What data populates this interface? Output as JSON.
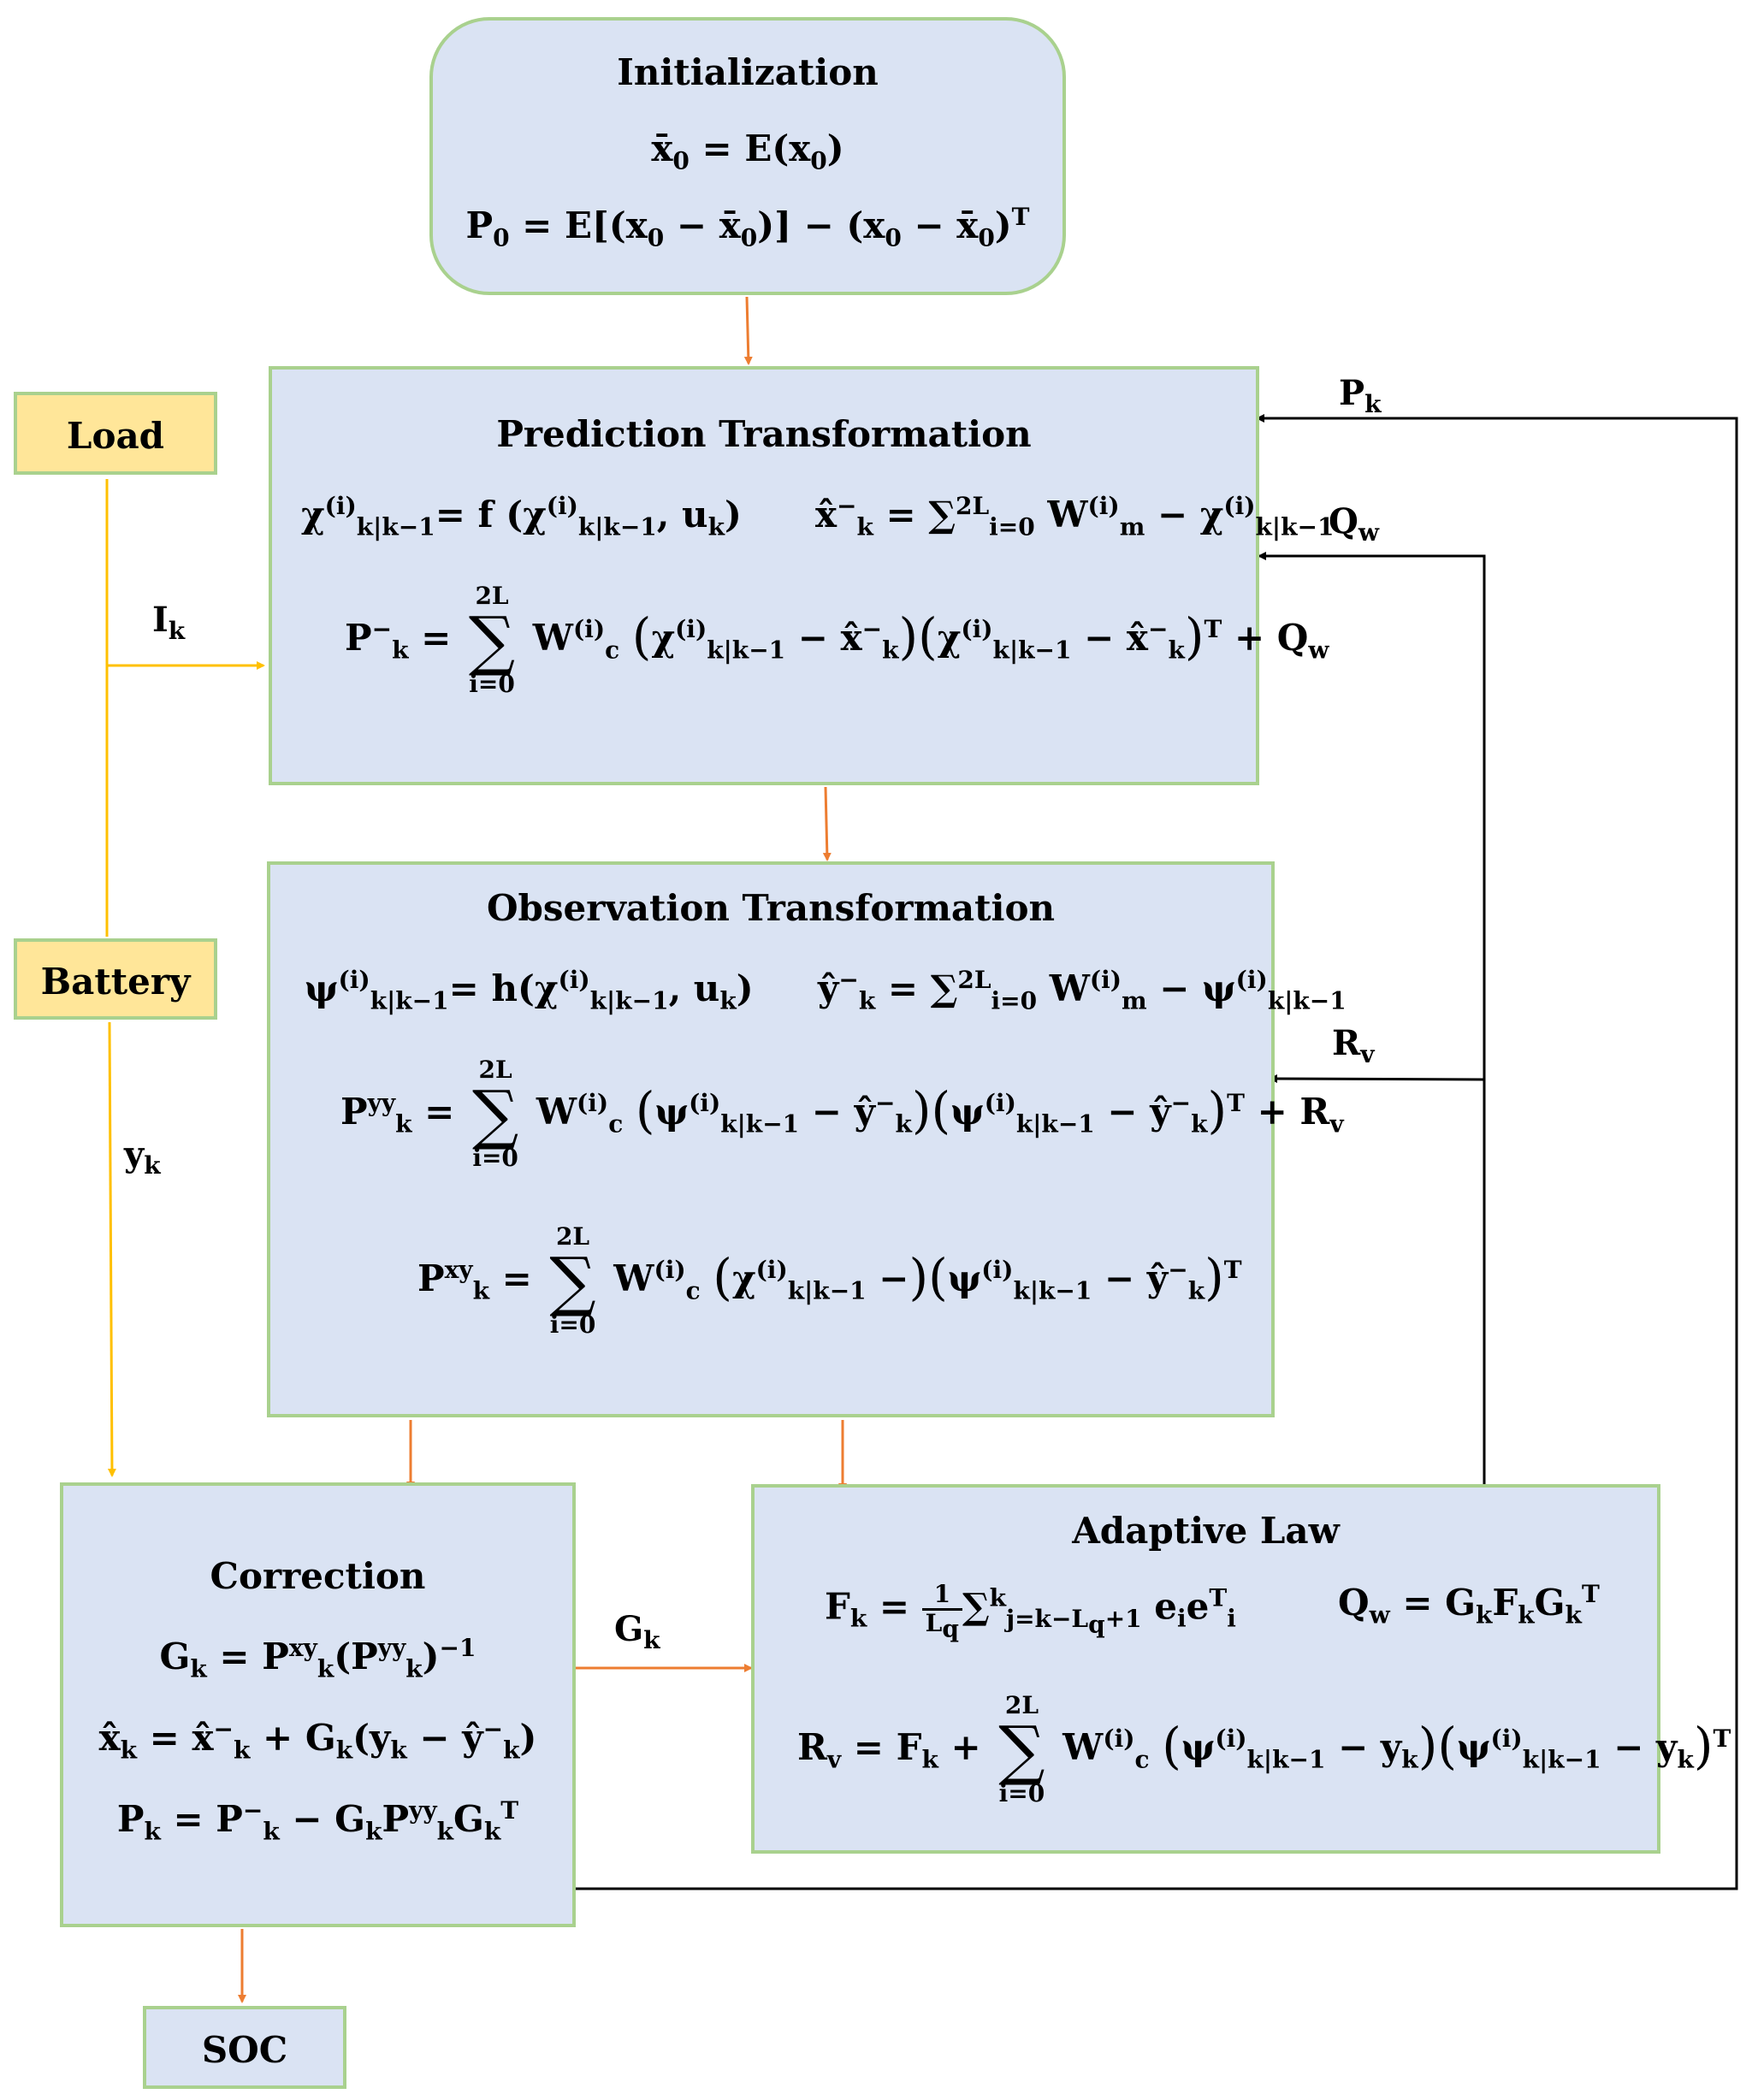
{
  "colors": {
    "box_fill": "#dae3f3",
    "box_border": "#a9d18e",
    "io_fill": "#ffe699",
    "arrow_main": "#ed7d31",
    "arrow_input": "#ffc000",
    "arrow_feedback": "#000000"
  },
  "nodes": {
    "initialization": {
      "title": "Initialization",
      "eq1": "x̄₀ = E(x₀)",
      "eq2": "P₀ = E[(x₀ − x̄₀)] − (x₀ − x̄₀)ᵀ"
    },
    "prediction": {
      "title": "Prediction Transformation"
    },
    "observation": {
      "title": "Observation Transformation"
    },
    "correction": {
      "title": "Correction"
    },
    "adaptive": {
      "title": "Adaptive Law"
    },
    "load": {
      "label": "Load"
    },
    "battery": {
      "label": "Battery"
    },
    "soc": {
      "label": "SOC"
    }
  },
  "edges": {
    "ik": {
      "label": "I",
      "sub": "k"
    },
    "yk": {
      "label": "y",
      "sub": "k"
    },
    "gk": {
      "label": "G",
      "sub": "k"
    },
    "pk": {
      "label": "P",
      "sub": "k"
    },
    "qw": {
      "label": "Q",
      "sub": "w"
    },
    "rv": {
      "label": "R",
      "sub": "v"
    }
  }
}
